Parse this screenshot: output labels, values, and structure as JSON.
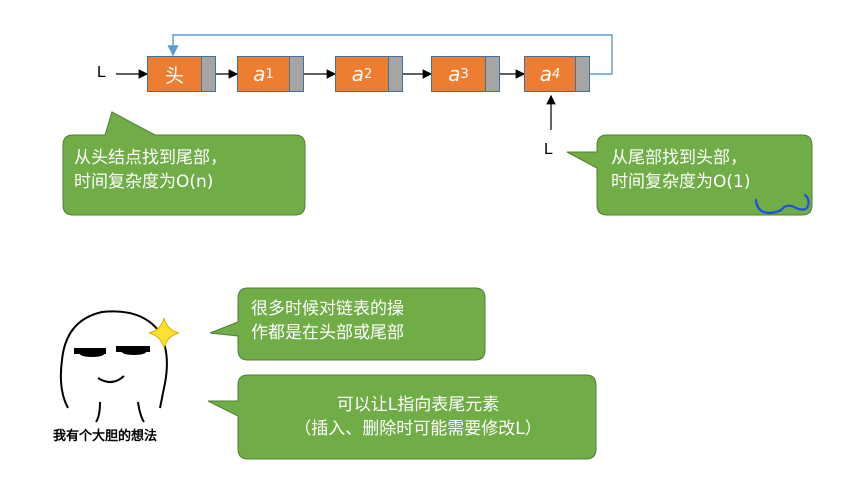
{
  "list": {
    "pointer_label": "L",
    "nodes": [
      {
        "text": "头",
        "sub": ""
      },
      {
        "text": "a",
        "sub": "1"
      },
      {
        "text": "a",
        "sub": "2"
      },
      {
        "text": "a",
        "sub": "3"
      },
      {
        "text": "a",
        "sub": "4"
      }
    ],
    "tail_pointer_label": "L"
  },
  "bubbles": {
    "head_to_tail": [
      "从头结点找到尾部，",
      "时间复杂度为O(n)"
    ],
    "tail_to_head": [
      "从尾部找到头部，",
      "时间复杂度为O(1)"
    ],
    "ops_note": [
      "很多时候对链表的操",
      "作都是在头部或尾部"
    ],
    "suggestion": [
      "可以让L指向表尾元素",
      "（插入、删除时可能需要修改L）"
    ]
  },
  "meme": {
    "caption": "我有个大胆的想法"
  },
  "colors": {
    "node_fill": "#ED7D31",
    "pointer_fill": "#A5A5A5",
    "node_border": "#41719C",
    "bubble_fill": "#70AD47",
    "bubble_border": "#507E32",
    "loop_arrow": "#5B9BD5",
    "annotation": "#1F4FE0",
    "star": "#FFE030"
  }
}
